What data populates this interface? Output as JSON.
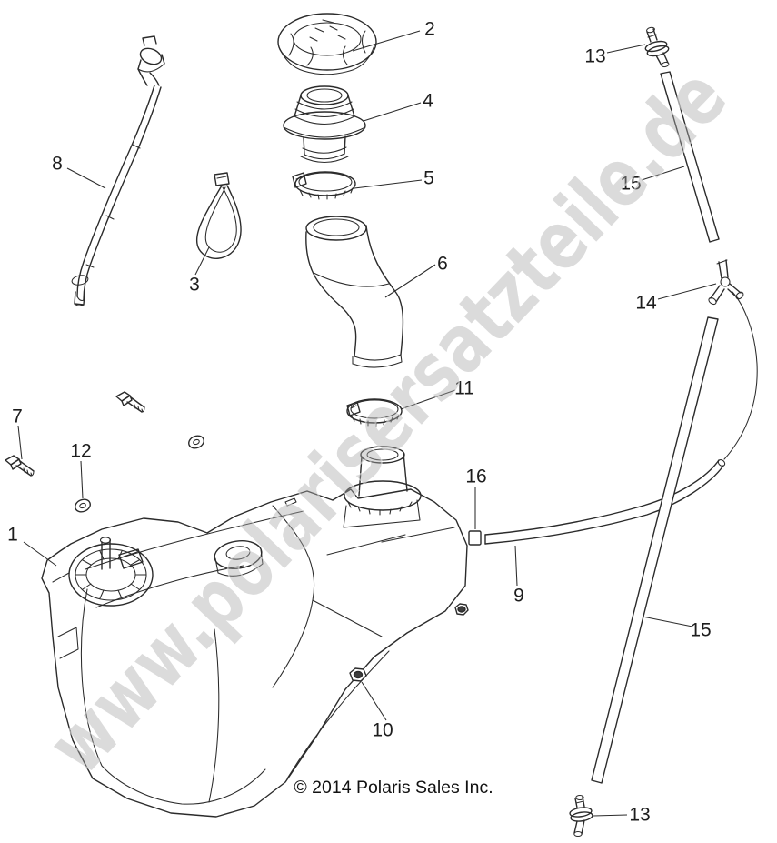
{
  "page": {
    "background": "#ffffff"
  },
  "watermark": {
    "text": "www.polarisersatzteile.de",
    "color": "#a9a9a9"
  },
  "copyright": {
    "text": "© 2014 Polaris Sales Inc."
  },
  "line_color": "#2b2b2b",
  "callouts": [
    {
      "label": "1",
      "part": "fuel-tank-body"
    },
    {
      "label": "2",
      "part": "fuel-cap"
    },
    {
      "label": "3",
      "part": "cable-tie"
    },
    {
      "label": "4",
      "part": "filler-neck-flange"
    },
    {
      "label": "5",
      "part": "hose-clamp-upper"
    },
    {
      "label": "6",
      "part": "filler-hose"
    },
    {
      "label": "7",
      "part": "bolt"
    },
    {
      "label": "8",
      "part": "vent-hose-fitting"
    },
    {
      "label": "9",
      "part": "fuel-vent-line"
    },
    {
      "label": "10",
      "part": "flange-nut"
    },
    {
      "label": "11",
      "part": "hose-clamp-lower"
    },
    {
      "label": "12",
      "part": "washer"
    },
    {
      "label": "13",
      "part": "inline-fitting-top"
    },
    {
      "label": "13",
      "part": "inline-fitting-bottom"
    },
    {
      "label": "14",
      "part": "three-way-clip"
    },
    {
      "label": "15",
      "part": "vent-tube-upper"
    },
    {
      "label": "15",
      "part": "vent-tube-lower"
    },
    {
      "label": "16",
      "part": "hose-sleeve-marker"
    }
  ]
}
